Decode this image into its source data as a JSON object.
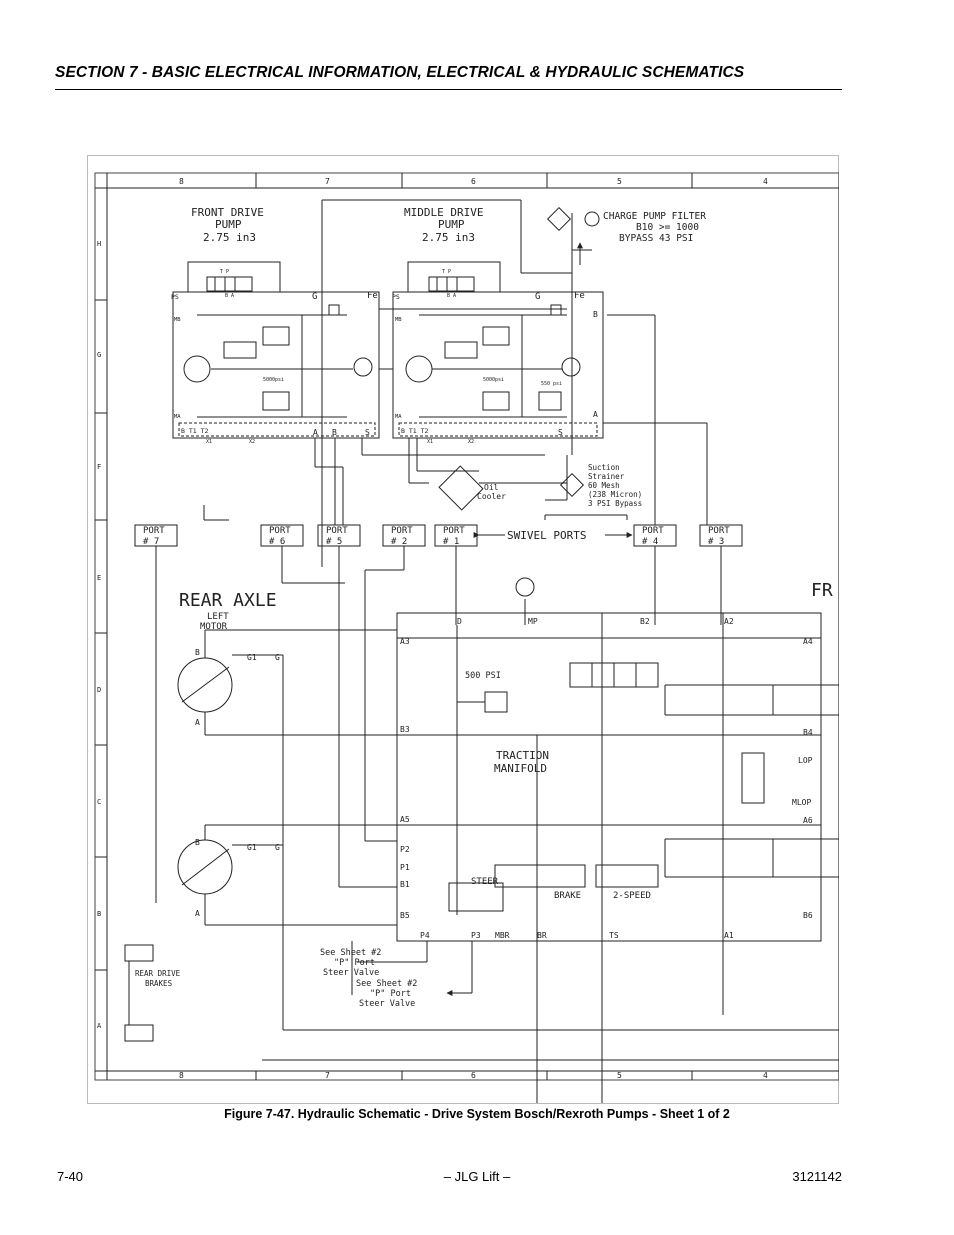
{
  "header": {
    "title": "SECTION 7 - BASIC ELECTRICAL INFORMATION, ELECTRICAL & HYDRAULIC SCHEMATICS"
  },
  "diagram": {
    "grid_cols": [
      "8",
      "7",
      "6",
      "5",
      "4"
    ],
    "grid_rows": [
      "H",
      "G",
      "F",
      "E",
      "D",
      "C",
      "B",
      "A"
    ],
    "front_pump": {
      "title": "FRONT DRIVE",
      "sub": "PUMP",
      "size": "2.75 in3"
    },
    "middle_pump": {
      "title": "MIDDLE DRIVE",
      "sub": "PUMP",
      "size": "2.75 in3"
    },
    "charge_filter": [
      "CHARGE PUMP FILTER",
      "B10 >= 1000",
      "BYPASS 43 PSI"
    ],
    "pump_ports": {
      "ps": "PS",
      "mb": "MB",
      "ma": "MA",
      "g": "G",
      "fe": "Fe",
      "b": "B",
      "a": "A",
      "s": "S",
      "btt": "B T1 T2",
      "x1": "X1",
      "x2": "X2",
      "tp": "T P",
      "ba": "B A",
      "relief": "5000psi",
      "relief_550": "550 psi"
    },
    "strainer": [
      "Suction",
      "Strainer",
      "60 Mesh",
      "(238 Micron)",
      "3 PSI Bypass"
    ],
    "oil_cooler": [
      "Oil",
      "Cooler"
    ],
    "swivel": "SWIVEL PORTS",
    "ports": [
      {
        "l1": "PORT",
        "l2": "# 7"
      },
      {
        "l1": "PORT",
        "l2": "# 6"
      },
      {
        "l1": "PORT",
        "l2": "# 5"
      },
      {
        "l1": "PORT",
        "l2": "# 2"
      },
      {
        "l1": "PORT",
        "l2": "# 1"
      },
      {
        "l1": "PORT",
        "l2": "# 4"
      },
      {
        "l1": "PORT",
        "l2": "# 3"
      }
    ],
    "rear_axle": "REAR AXLE",
    "fr": "FR",
    "left_motor": [
      "LEFT",
      "MOTOR"
    ],
    "motor_ports": {
      "b": "B",
      "a": "A",
      "g1": "G1",
      "g": "G"
    },
    "relief_500": "500 PSI",
    "traction": [
      "TRACTION",
      "MANIFOLD"
    ],
    "manifold_ports": {
      "d": "D",
      "mp": "MP",
      "b2": "B2",
      "a2": "A2",
      "a3": "A3",
      "a4": "A4",
      "b3": "B3",
      "b4": "B4",
      "lop": "LOP",
      "mlop": "MLOP",
      "a5": "A5",
      "a6": "A6",
      "p2": "P2",
      "p1": "P1",
      "b1": "B1",
      "b5": "B5",
      "b6": "B6",
      "p4": "P4",
      "p3": "P3",
      "mbr": "MBR",
      "br": "BR",
      "ts": "TS",
      "a1": "A1"
    },
    "steer": "STEER",
    "brake": "BRAKE",
    "two_speed": "2-SPEED",
    "see_sheet_1": [
      "See Sheet #2",
      "\"P\" Port",
      "Steer Valve"
    ],
    "see_sheet_2": [
      "See Sheet #2",
      "\"P\" Port",
      "Steer Valve"
    ],
    "rear_brakes": [
      "REAR DRIVE",
      "BRAKES"
    ]
  },
  "caption": "Figure 7-47.  Hydraulic Schematic - Drive System Bosch/Rexroth Pumps - Sheet 1 of 2",
  "footer": {
    "page": "7-40",
    "center": "– JLG Lift –",
    "doc": "3121142"
  }
}
